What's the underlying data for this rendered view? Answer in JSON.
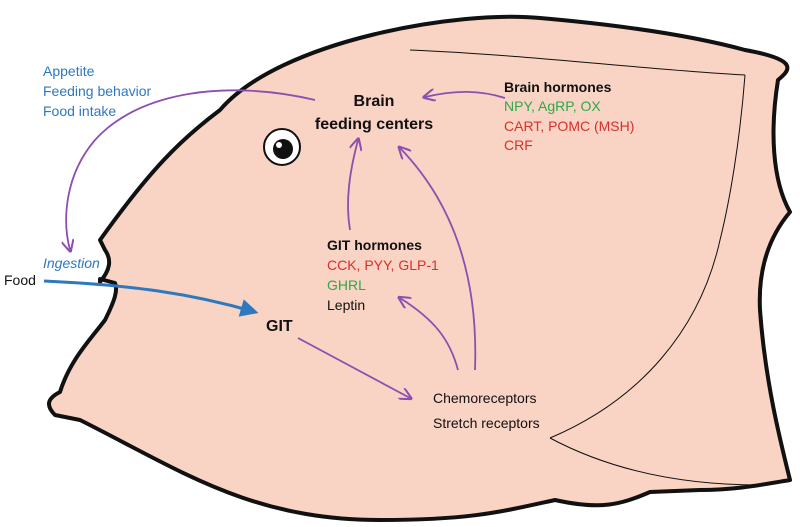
{
  "colors": {
    "fish_fill": "#f9d3c3",
    "outline": "#111111",
    "arrow_purple": "#8c4fb0",
    "arrow_blue": "#2e78bf",
    "text_blue": "#2e78bf",
    "text_green": "#2ea84a",
    "text_red": "#d9302c",
    "text_black": "#111111"
  },
  "effects": {
    "title": "Appetite",
    "behavior": "Feeding behavior",
    "intake": "Food intake"
  },
  "brain_centers": {
    "line1": "Brain",
    "line2": "feeding centers"
  },
  "brain_hormones": {
    "heading": "Brain hormones",
    "orexigenic": "NPY, AgRP, OX",
    "anorexigenic_1": "CART, POMC (MSH)",
    "anorexigenic_2": "CRF"
  },
  "git_hormones": {
    "heading": "GIT hormones",
    "anorexigenic": "CCK, PYY, GLP-1",
    "orexigenic": "GHRL",
    "other": "Leptin"
  },
  "food": "Food",
  "ingestion": "Ingestion",
  "git": "GIT",
  "receptors": {
    "chemo": "Chemoreceptors",
    "stretch": "Stretch receptors"
  },
  "icons": {
    "eye": "fish-eye-icon"
  }
}
